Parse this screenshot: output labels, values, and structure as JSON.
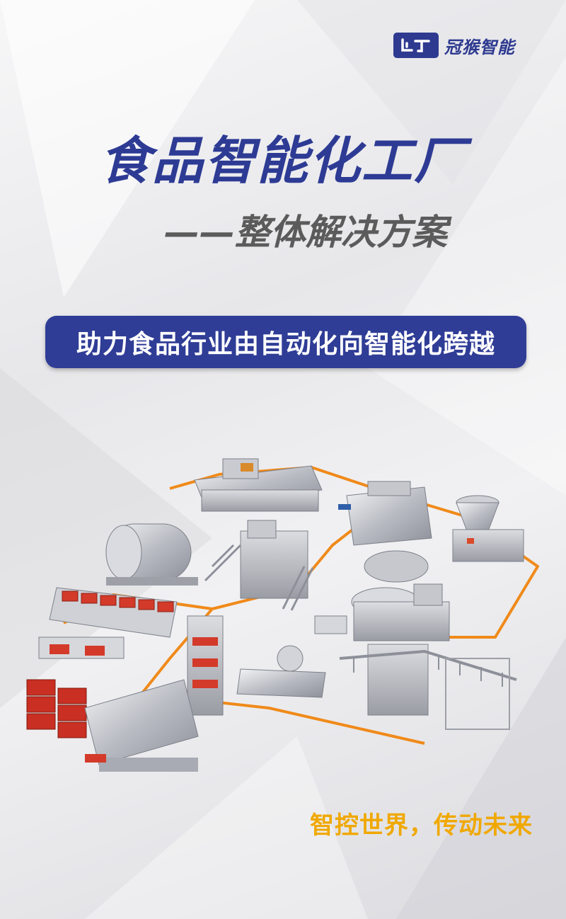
{
  "brand": {
    "name": "冠猴智能",
    "colors": {
      "primary": "#2f3d96",
      "accent": "#f0a800",
      "conveyor": "#f08a1a"
    }
  },
  "headline": {
    "title": "食品智能化工厂",
    "subtitle": "——整体解决方案"
  },
  "banner": {
    "text": "助力食品行业由自动化向智能化跨越"
  },
  "slogan": {
    "text": "智控世界，传动未来"
  }
}
